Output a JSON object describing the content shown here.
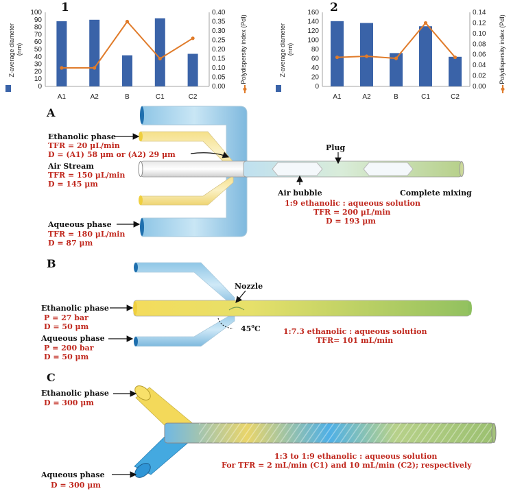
{
  "chart_data": [
    {
      "type": "bar",
      "panel_number": "1",
      "categories": [
        "A1",
        "A2",
        "B",
        "C1",
        "C2"
      ],
      "series": [
        {
          "values": [
            88,
            90,
            42,
            92,
            44
          ],
          "color": "#3a63a8",
          "axis": "left"
        },
        {
          "values": [
            0.1,
            0.1,
            0.35,
            0.15,
            0.26
          ],
          "color": "#e07b2a",
          "axis": "right",
          "render": "line"
        }
      ],
      "ylabel": "Z-average diameter\n(nm)",
      "y2label": "Polydispersity index (PdI)",
      "ylim": [
        0,
        100
      ],
      "y2lim": [
        0,
        0.4
      ],
      "yticks": [
        "0",
        "10",
        "20",
        "30",
        "40",
        "50",
        "60",
        "70",
        "80",
        "90",
        "100"
      ],
      "y2ticks": [
        "0.00",
        "0.05",
        "0.10",
        "0.15",
        "0.20",
        "0.25",
        "0.30",
        "0.35",
        "0.40"
      ],
      "grid": false
    },
    {
      "type": "bar",
      "panel_number": "2",
      "categories": [
        "A1",
        "A2",
        "B",
        "C1",
        "C2"
      ],
      "series": [
        {
          "values": [
            141,
            137,
            72,
            130,
            64
          ],
          "color": "#3a63a8",
          "axis": "left"
        },
        {
          "values": [
            0.055,
            0.057,
            0.053,
            0.12,
            0.055
          ],
          "color": "#e07b2a",
          "axis": "right",
          "render": "line"
        }
      ],
      "ylabel": "Z-average diameter\n(nm)",
      "y2label": "Polydispersity index (PdI)",
      "ylim": [
        0,
        160
      ],
      "y2lim": [
        0,
        0.14
      ],
      "yticks": [
        "0",
        "20",
        "40",
        "60",
        "80",
        "100",
        "120",
        "140",
        "160"
      ],
      "y2ticks": [
        "0.00",
        "0.02",
        "0.04",
        "0.06",
        "0.08",
        "0.10",
        "0.12",
        "0.14"
      ],
      "grid": false
    }
  ],
  "panel_a": {
    "label": "A",
    "ethanolic_title": "Ethanolic phase",
    "ethanolic_tfr": "TFR = 20 μL/min",
    "ethanolic_d": "D = (A1) 58 μm or (A2) 29 μm",
    "air_title": "Air Stream",
    "air_tfr": "TFR = 150 μL/min",
    "air_d": "D = 145 μm",
    "aqueous_title": "Aqueous phase",
    "aqueous_tfr": "TFR = 180 μL/min",
    "aqueous_d": "D = 87 μm",
    "plug": "Plug",
    "air_bubble": "Air bubble",
    "complete_mixing": "Complete mixing",
    "ratio": "1:9 ethanolic : aqueous solution",
    "out_tfr": "TFR = 200 μL/min",
    "out_d": "D = 193 μm"
  },
  "panel_b": {
    "label": "B",
    "nozzle": "Nozzle",
    "ethanolic_title": "Ethanolic phase",
    "ethanolic_p": "P = 27 bar",
    "ethanolic_d": "D = 50 μm",
    "aqueous_title": "Aqueous phase",
    "aqueous_p": "P = 200 bar",
    "aqueous_d": "D = 50 μm",
    "angle": "45",
    "angle_unit": "C",
    "ratio": "1:7.3 ethanolic : aqueous solution",
    "out_tfr": "TFR= 101 mL/min"
  },
  "panel_c": {
    "label": "C",
    "ethanolic_title": "Ethanolic phase",
    "ethanolic_d": "D = 300 μm",
    "aqueous_title": "Aqueous phase",
    "aqueous_d": "D = 300 μm",
    "ratio": "1:3 to 1:9 ethanolic : aqueous solution",
    "out_tfr": "For TFR = 2 mL/min (C1) and 10 mL/min (C2); respectively"
  }
}
